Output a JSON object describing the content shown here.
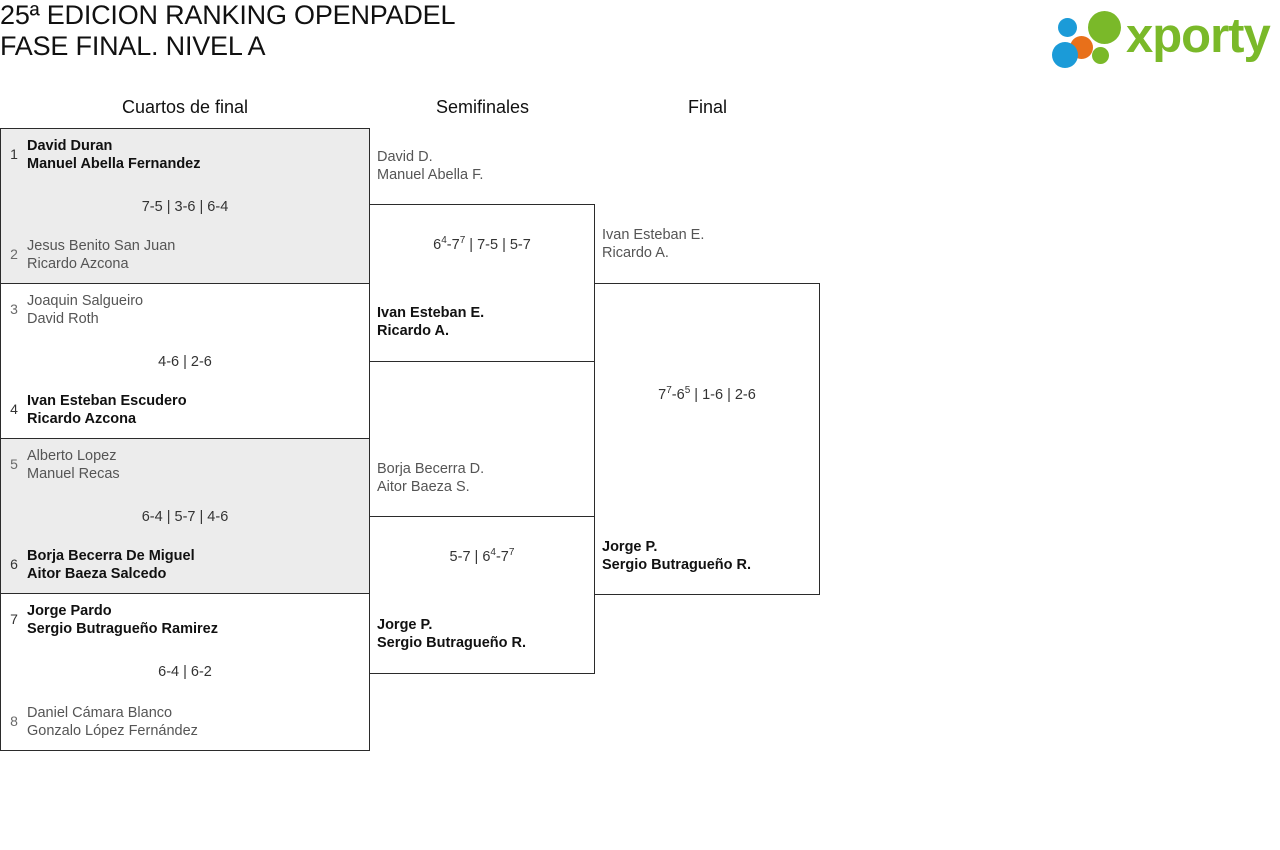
{
  "header": {
    "title": "25ª EDICION RANKING OPENPADEL\nFASE FINAL. NIVEL A",
    "logo_text": "xporty",
    "logo_colors": {
      "green": "#7ab929",
      "blue": "#1b9bd8",
      "orange": "#e8701a"
    }
  },
  "rounds": [
    {
      "label": "Cuartos de final"
    },
    {
      "label": "Semifinales"
    },
    {
      "label": "Final"
    }
  ],
  "bracket": {
    "quarterfinals": [
      {
        "score": "7-5 | 3-6 | 6-4",
        "top": {
          "seed": "1",
          "player1": "David Duran",
          "player2": "Manuel Abella Fernandez",
          "winner": true
        },
        "bottom": {
          "seed": "2",
          "player1": "Jesus Benito San Juan",
          "player2": "Ricardo Azcona",
          "winner": false
        }
      },
      {
        "score": "4-6 | 2-6",
        "top": {
          "seed": "3",
          "player1": "Joaquin Salgueiro",
          "player2": "David Roth",
          "winner": false
        },
        "bottom": {
          "seed": "4",
          "player1": "Ivan Esteban Escudero",
          "player2": "Ricardo Azcona",
          "winner": true
        }
      },
      {
        "score": "6-4 | 5-7 | 4-6",
        "top": {
          "seed": "5",
          "player1": "Alberto Lopez",
          "player2": "Manuel Recas",
          "winner": false
        },
        "bottom": {
          "seed": "6",
          "player1": "Borja Becerra De Miguel",
          "player2": "Aitor Baeza Salcedo",
          "winner": true
        }
      },
      {
        "score": "6-4 | 6-2",
        "top": {
          "seed": "7",
          "player1": "Jorge Pardo",
          "player2": "Sergio Butragueño Ramirez",
          "winner": true
        },
        "bottom": {
          "seed": "8",
          "player1": "Daniel Cámara Blanco",
          "player2": "Gonzalo López Fernández",
          "winner": false
        }
      }
    ],
    "semifinals": [
      {
        "score_html": "6<sup>4</sup>-7<sup>7</sup> | 7-5 | 5-7",
        "score_text": "6(4)-7(7) | 7-5 | 5-7",
        "top": {
          "player1": "David D.",
          "player2": "Manuel Abella F.",
          "winner": false
        },
        "bottom": {
          "player1": "Ivan Esteban E.",
          "player2": "Ricardo A.",
          "winner": true
        }
      },
      {
        "score_html": "5-7 | 6<sup>4</sup>-7<sup>7</sup>",
        "score_text": "5-7 | 6(4)-7(7)",
        "top": {
          "player1": "Borja Becerra D.",
          "player2": "Aitor Baeza S.",
          "winner": false
        },
        "bottom": {
          "player1": "Jorge P.",
          "player2": "Sergio Butragueño R.",
          "winner": true
        }
      }
    ],
    "final": [
      {
        "score_html": "7<sup>7</sup>-6<sup>5</sup> | 1-6 | 2-6",
        "score_text": "7(7)-6(5) | 1-6 | 2-6",
        "top": {
          "player1": "Ivan Esteban E.",
          "player2": "Ricardo A.",
          "winner": false
        },
        "bottom": {
          "player1": "Jorge P.",
          "player2": "Sergio Butragueño R.",
          "winner": true
        }
      }
    ]
  }
}
